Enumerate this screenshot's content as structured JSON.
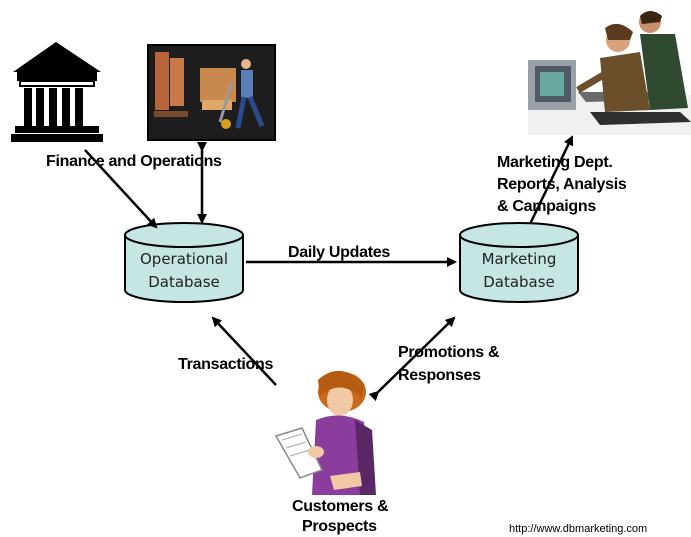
{
  "nodes": {
    "finance_operations": "Finance and Operations",
    "operational_db": [
      "Operational",
      "Database"
    ],
    "marketing_db": [
      "Marketing",
      "Database"
    ],
    "marketing_dept": [
      "Marketing Dept.",
      "Reports, Analysis",
      "& Campaigns"
    ],
    "customers": [
      "Customers &",
      "Prospects"
    ]
  },
  "edges": {
    "daily_updates": "Daily Updates",
    "transactions": "Transactions",
    "promotions": [
      "Promotions &",
      "Responses"
    ]
  },
  "footer": {
    "url": "http://www.dbmarketing.com"
  },
  "colors": {
    "database_fill": "#c5e6e3",
    "database_stroke": "#000000",
    "arrow": "#000000"
  },
  "icons": [
    "bank-building-icon",
    "warehouse-worker-icon",
    "office-workers-icon",
    "customer-reading-icon"
  ]
}
